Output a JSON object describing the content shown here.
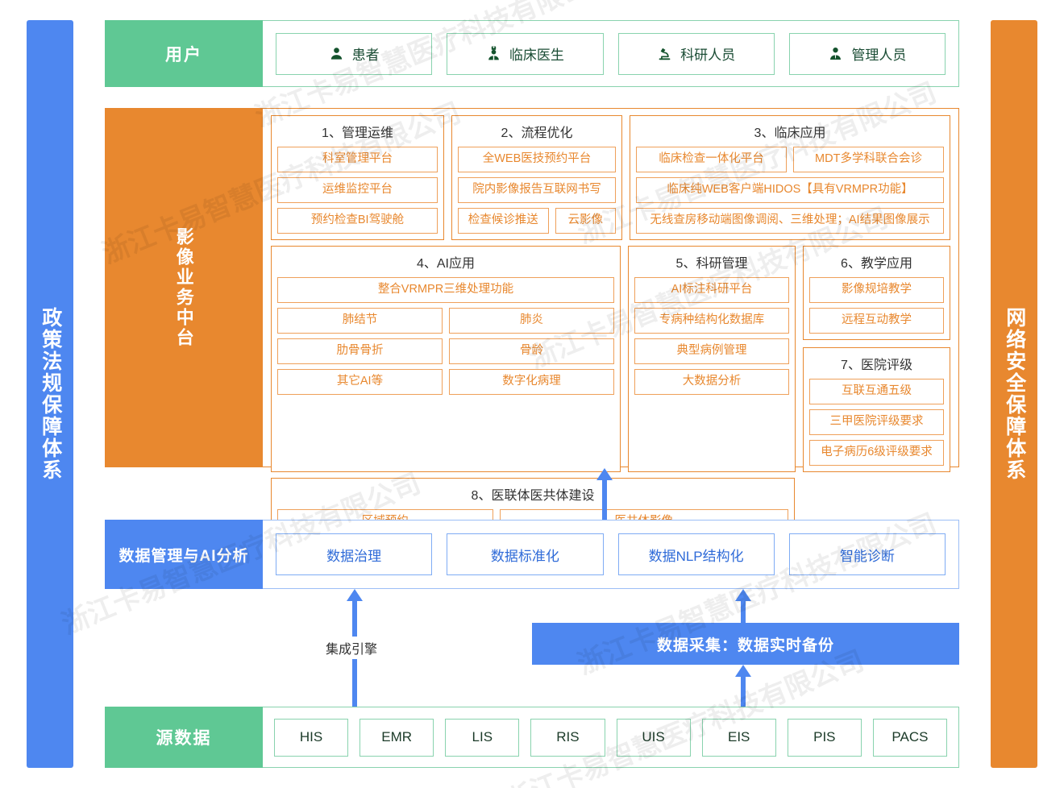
{
  "pillars": {
    "left": "政策法规保障体系",
    "right": "网络安全保障体系"
  },
  "bands": {
    "users": {
      "label": "用户",
      "items": [
        {
          "label": "患者",
          "icon": "patient-icon"
        },
        {
          "label": "临床医生",
          "icon": "doctor-icon"
        },
        {
          "label": "科研人员",
          "icon": "microscope-icon"
        },
        {
          "label": "管理人员",
          "icon": "manager-icon"
        }
      ]
    },
    "middle": {
      "label": "影像业务中台",
      "groups": [
        {
          "id": "management",
          "title": "1、管理运维",
          "rows": [
            [
              "科室管理平台"
            ],
            [
              "运维监控平台"
            ],
            [
              "预约检查BI驾驶舱"
            ]
          ]
        },
        {
          "id": "process",
          "title": "2、流程优化",
          "rows": [
            [
              "全WEB医技预约平台"
            ],
            [
              "院内影像报告互联网书写"
            ],
            [
              "检查候诊推送",
              "云影像"
            ]
          ]
        },
        {
          "id": "clinical",
          "title": "3、临床应用",
          "rows": [
            [
              "临床检查一体化平台",
              "MDT多学科联合会诊"
            ],
            [
              "临床纯WEB客户端HIDOS【具有VRMPR功能】"
            ],
            [
              "无线查房移动端图像调阅、三维处理；AI结果图像展示"
            ]
          ]
        },
        {
          "id": "ai",
          "title": "4、AI应用",
          "rows": [
            [
              "整合VRMPR三维处理功能"
            ],
            [
              "肺结节",
              "肺炎"
            ],
            [
              "肋骨骨折",
              "骨龄"
            ],
            [
              "其它AI等",
              "数字化病理"
            ]
          ]
        },
        {
          "id": "research",
          "title": "5、科研管理",
          "rows": [
            [
              "AI标注科研平台"
            ],
            [
              "专病种结构化数据库"
            ],
            [
              "典型病例管理"
            ],
            [
              "大数据分析"
            ]
          ]
        },
        {
          "id": "teaching",
          "title": "6、教学应用",
          "rows": [
            [
              "影像规培教学"
            ],
            [
              "远程互动教学"
            ]
          ]
        },
        {
          "id": "rating",
          "title": "7、医院评级",
          "rows": [
            [
              "互联互通五级"
            ],
            [
              "三甲医院评级要求"
            ],
            [
              "电子病历6级评级要求"
            ]
          ]
        },
        {
          "id": "alliance",
          "title": "8、医联体医共体建设",
          "rows": [
            [
              "区域预约",
              "医共体影像"
            ]
          ]
        }
      ]
    },
    "data_management": {
      "label": "数据管理与AI分析",
      "items": [
        "数据治理",
        "数据标准化",
        "数据NLP结构化",
        "智能诊断"
      ]
    },
    "collection": {
      "label": "数据采集：数据实时备份"
    },
    "source": {
      "label": "源数据",
      "items": [
        "HIS",
        "EMR",
        "LIS",
        "RIS",
        "UIS",
        "EIS",
        "PIS",
        "PACS"
      ]
    }
  },
  "arrows": {
    "integration_engine_label": "集成引擎"
  },
  "watermark": {
    "text": "浙江卡易智慧医疗科技有限公司"
  },
  "colors": {
    "green": "#5FC894",
    "orange": "#E8882F",
    "blue": "#4E87F0",
    "orange_tile_border": "#EFA05A",
    "green_border": "#89D3AE",
    "blue_border": "#7FACF4"
  }
}
